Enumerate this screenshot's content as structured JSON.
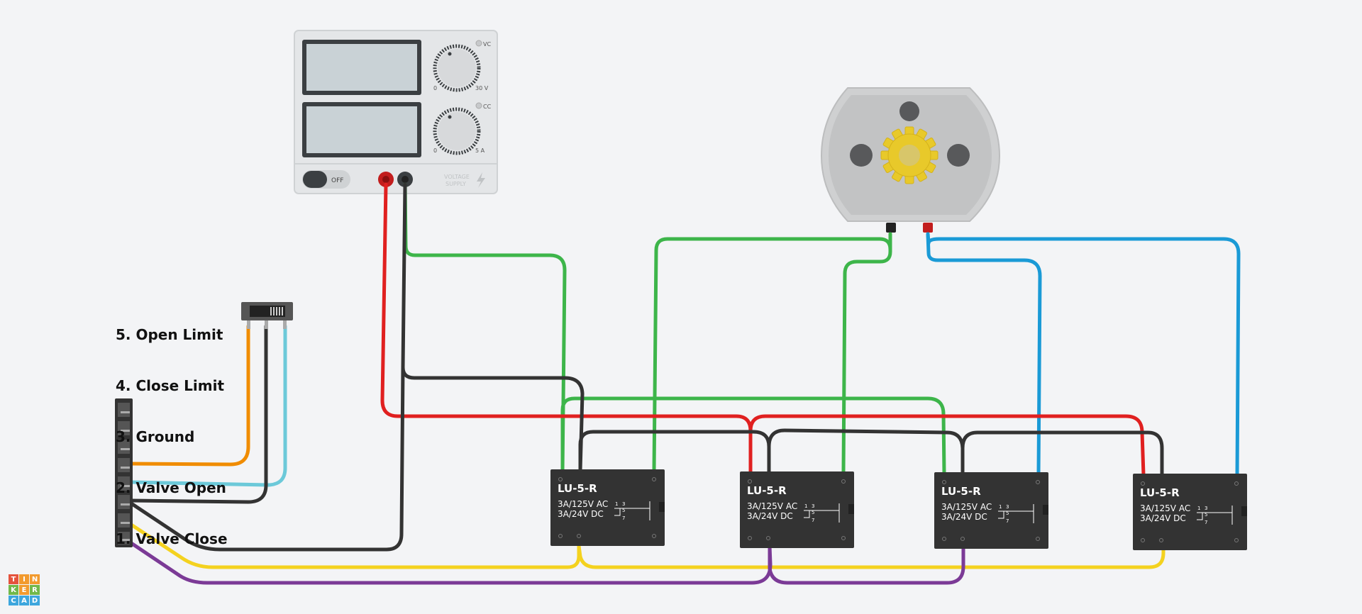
{
  "power_supply": {
    "voltage_max": "30 V",
    "voltage_min": "0",
    "voltage_mode": "VC",
    "current_max": "5 A",
    "current_min": "0",
    "current_mode": "CC",
    "switch_label": "OFF",
    "brand_line1": "VOLTAGE",
    "brand_line2": "SUPPLY"
  },
  "legend": {
    "lines": [
      "5. Open Limit",
      "4. Close Limit",
      "3. Ground",
      "2. Valve Open",
      "1. Valve Close"
    ]
  },
  "relays": [
    {
      "name": "LU-5-R",
      "spec1": "3A/125V AC",
      "spec2": "3A/24V  DC"
    },
    {
      "name": "LU-5-R",
      "spec1": "3A/125V AC",
      "spec2": "3A/24V  DC"
    },
    {
      "name": "LU-5-R",
      "spec1": "3A/125V AC",
      "spec2": "3A/24V  DC"
    },
    {
      "name": "LU-5-R",
      "spec1": "3A/125V AC",
      "spec2": "3A/24V  DC"
    }
  ],
  "relay_pins": {
    "p1": "1",
    "p3": "3",
    "p5": "5",
    "p7": "7"
  },
  "logo": {
    "letters": [
      "T",
      "I",
      "N",
      "K",
      "E",
      "R",
      "C",
      "A",
      "D"
    ]
  },
  "colors": {
    "wire_red": "#e02020",
    "wire_black": "#333333",
    "wire_green": "#3db54a",
    "wire_blue": "#1a9ad6",
    "wire_yellow": "#f4d21f",
    "wire_purple": "#7b3a96",
    "wire_orange": "#f08c00",
    "wire_cyan": "#6cc9d9",
    "relay_body": "#333333",
    "logo_red": "#e5533d",
    "logo_orange": "#f29a2e",
    "logo_green": "#72b84a",
    "logo_blue": "#3da6dd"
  }
}
